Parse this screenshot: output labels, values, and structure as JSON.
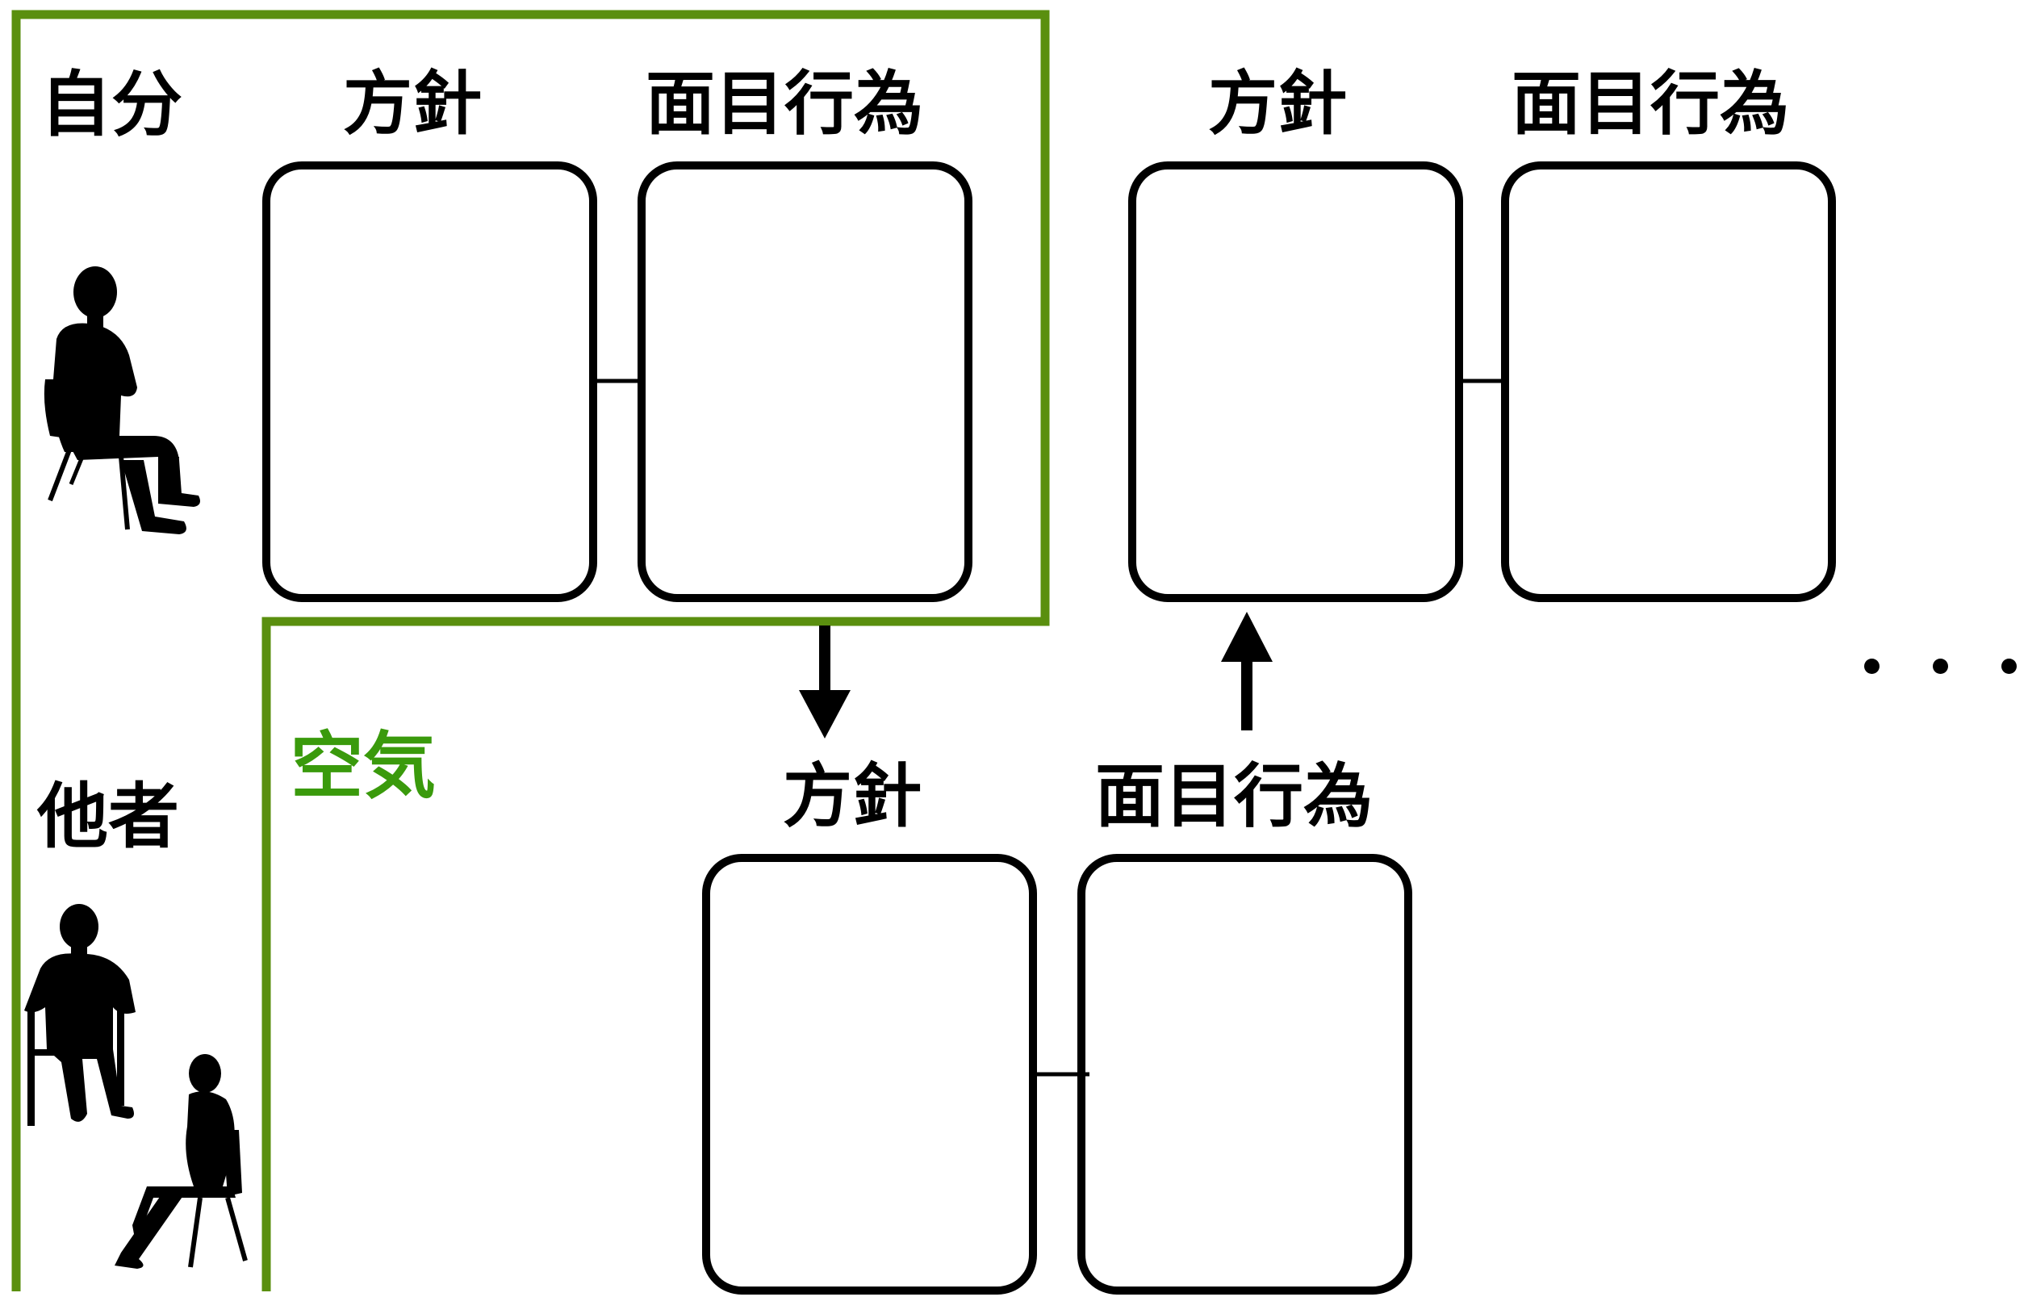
{
  "colors": {
    "frame": "#5a8f0f",
    "air_text": "#3a9a0c",
    "box_stroke": "#000000"
  },
  "labels": {
    "self": "自分",
    "others": "他者",
    "air": "空気",
    "policy": "方針",
    "face_act": "面目行為",
    "ellipsis": "・・・"
  },
  "icons": {
    "self_figure": "seated-man-silhouette-icon",
    "others_figure": "two-seated-people-silhouette-icon"
  }
}
